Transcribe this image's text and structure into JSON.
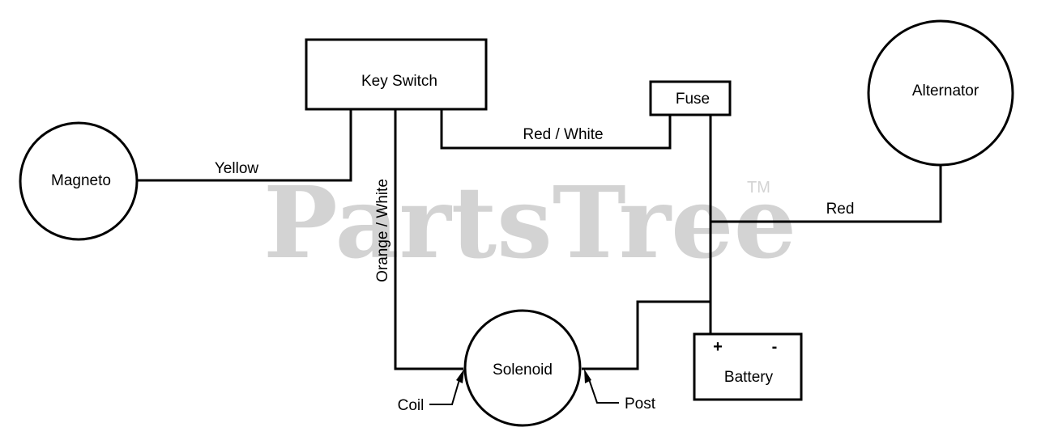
{
  "watermark": {
    "text": "PartsTree",
    "trademark": "TM"
  },
  "components": {
    "key_switch": "Key Switch",
    "fuse": "Fuse",
    "alternator": "Alternator",
    "magneto": "Magneto",
    "solenoid": "Solenoid",
    "battery": "Battery",
    "battery_positive": "+",
    "battery_negative": "-"
  },
  "wires": {
    "yellow": "Yellow",
    "red_white": "Red / White",
    "orange_white": "Orange / White",
    "red": "Red"
  },
  "terminals": {
    "coil": "Coil",
    "post": "Post"
  },
  "colors": {
    "line": "#000000",
    "watermark": "#d3d3d3",
    "background": "#ffffff"
  }
}
